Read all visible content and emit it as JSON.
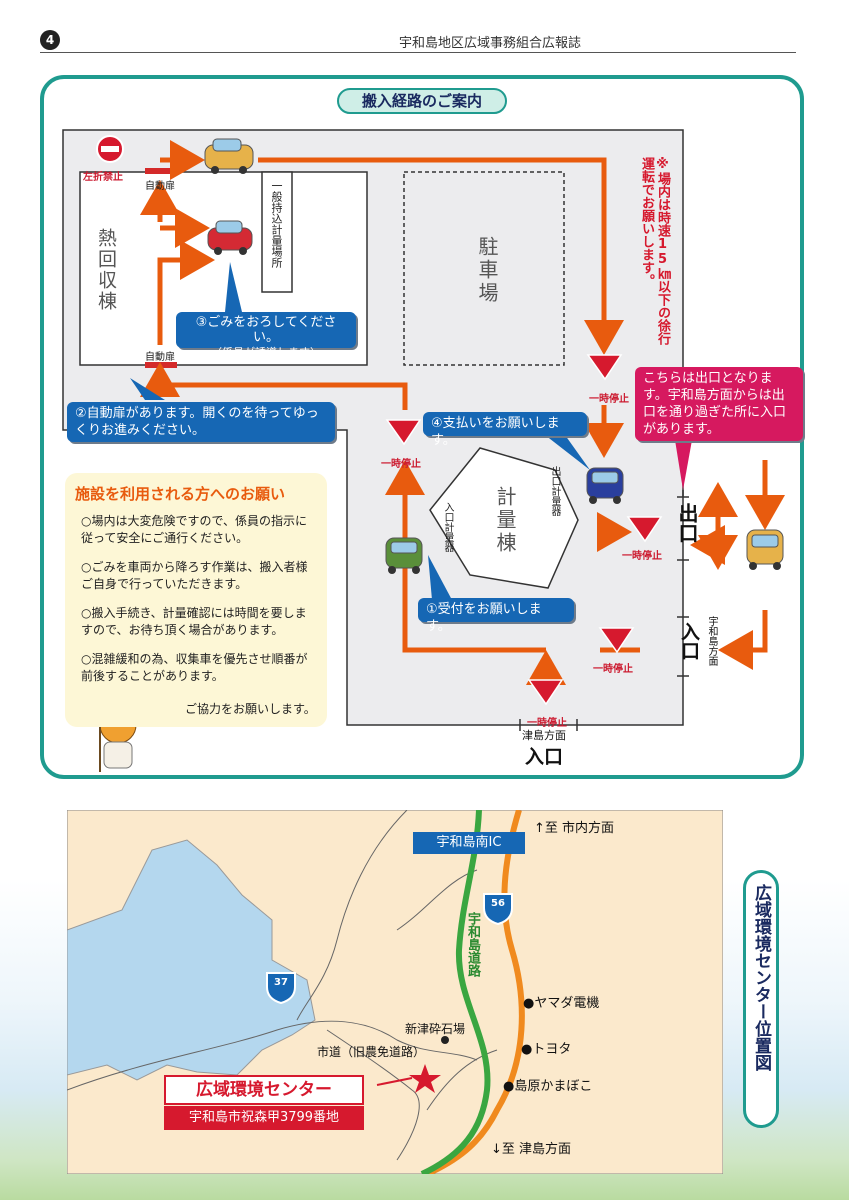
{
  "header": {
    "page_number": "4",
    "publication": "宇和島地区広域事務組合広報誌"
  },
  "route": {
    "title": "搬入経路のご案内",
    "no_left_turn": "左折禁止",
    "auto_door": "自動扉",
    "building_incinerator": "熱回収棟",
    "building_general_scale": "一般持込計量場所",
    "parking": "駐車場",
    "scale_building": "計量棟",
    "scale_exit": "出口計量器",
    "scale_entrance": "入口計量器",
    "speed_notice": "※場内は時速15㎞以下の徐行運転でお願いします。",
    "step1": "①受付をお願いします。",
    "step2": "②自動扉があります。開くのを待ってゆっくりお進みください。",
    "step3": "③ごみをおろしてください。",
    "step3_sub": "（係員が誘導します）",
    "step4": "④支払いをお願いします。",
    "exit_note": "こちらは出口となります。宇和島方面からは出口を通り過ぎた所に入口があります。",
    "stop_sign": "止まれ",
    "stop_label": "一時停止",
    "exit_label": "出口",
    "entrance_label": "入口",
    "uwajima_dir": "宇和島方面",
    "tsushima_dir": "津島方面"
  },
  "notice": {
    "title": "施設を利用される方へのお願い",
    "items": [
      "○場内は大変危険ですので、係員の指示に従って安全にご通行ください。",
      "○ごみを車両から降ろす作業は、搬入者様ご自身で行っていただきます。",
      "○搬入手続き、計量確認には時間を要しますので、お待ち頂く場合があります。",
      "○混雑緩和の為、収集車を優先させ順番が前後することがあります。"
    ],
    "closing": "ご協力をお願いします。"
  },
  "map": {
    "ic_label": "宇和島南IC",
    "to_north": "↑至 市内方面",
    "to_south": "↓至 津島方面",
    "route56": "56",
    "route37": "37",
    "expressway": "宇和島道路",
    "landmarks": [
      "●ヤマダ電機",
      "●トヨタ",
      "●島原かまぼこ"
    ],
    "quarry": "新津砕石場",
    "city_road": "市道（旧農免道路）",
    "center_name": "広域環境センター",
    "center_address": "宇和島市祝森甲3799番地"
  },
  "side_title": "広域環境センター位置図",
  "colors": {
    "teal": "#1f9b8f",
    "arrow": "#e85b0e",
    "bubble": "#1667b4",
    "pink": "#d6195f",
    "map_land": "#fbe9cc",
    "map_water": "#b4d7ee"
  }
}
